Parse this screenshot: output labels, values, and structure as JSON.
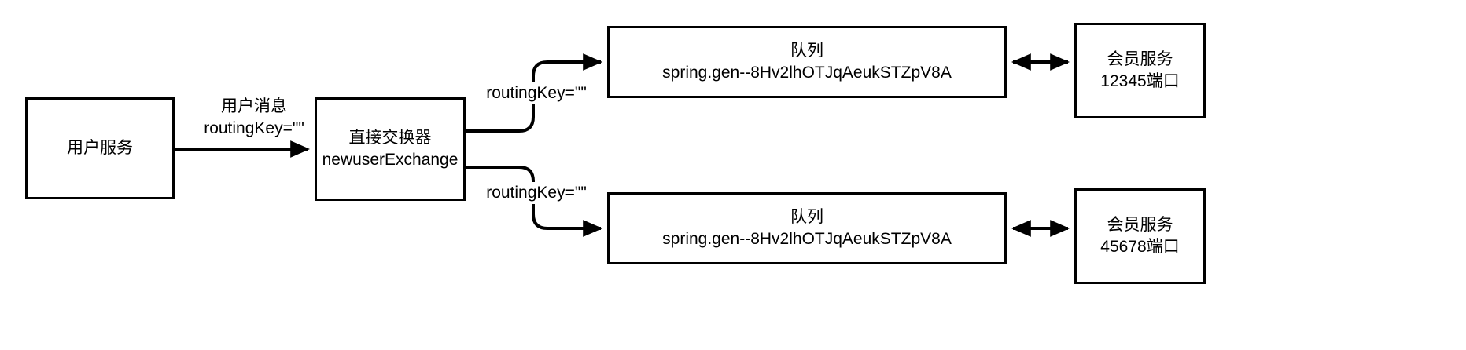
{
  "diagram": {
    "title": "RabbitMQ direct exchange fanout to two queues",
    "colors": {
      "stroke": "#000000",
      "fill": "#ffffff",
      "text": "#000000"
    },
    "nodes": [
      {
        "id": "user-service",
        "lines": [
          "用户服务"
        ]
      },
      {
        "id": "exchange",
        "lines": [
          "直接交换器",
          "newuserExchange"
        ]
      },
      {
        "id": "queue-1",
        "lines": [
          "队列",
          "spring.gen--8Hv2lhOTJqAeukSTZpV8A"
        ]
      },
      {
        "id": "queue-2",
        "lines": [
          "队列",
          "spring.gen--8Hv2lhOTJqAeukSTZpV8A"
        ]
      },
      {
        "id": "member-1",
        "lines": [
          "会员服务",
          "12345端口"
        ]
      },
      {
        "id": "member-2",
        "lines": [
          "会员服务",
          "45678端口"
        ]
      }
    ],
    "edge_labels": [
      {
        "id": "user-message",
        "lines": [
          "用户消息",
          "routingKey=\"\""
        ]
      },
      {
        "id": "routing-key-top",
        "lines": [
          "routingKey=\"\""
        ]
      },
      {
        "id": "routing-key-bottom",
        "lines": [
          "routingKey=\"\""
        ]
      }
    ],
    "edges": [
      {
        "id": "user-to-exchange",
        "from": "user-service",
        "to": "exchange",
        "arrow": "single"
      },
      {
        "id": "exchange-to-queue-1",
        "from": "exchange",
        "to": "queue-1",
        "arrow": "single"
      },
      {
        "id": "exchange-to-queue-2",
        "from": "exchange",
        "to": "queue-2",
        "arrow": "single"
      },
      {
        "id": "queue-1-to-member-1",
        "from": "queue-1",
        "to": "member-1",
        "arrow": "double"
      },
      {
        "id": "queue-2-to-member-2",
        "from": "queue-2",
        "to": "member-2",
        "arrow": "double"
      }
    ]
  }
}
